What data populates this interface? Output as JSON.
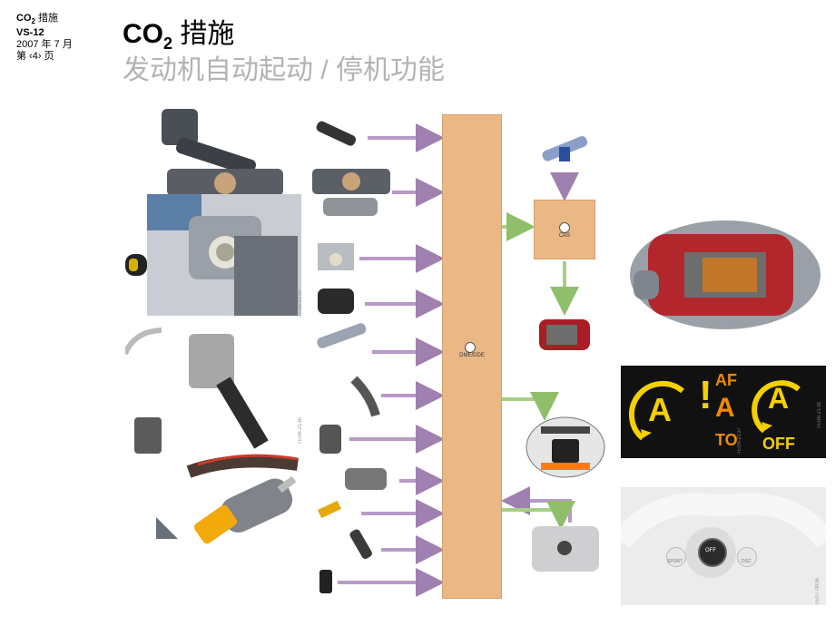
{
  "header": {
    "meta_line1_prefix": "CO",
    "meta_line1_sub": "2",
    "meta_line1_suffix": " 措施",
    "meta_line2": "VS-12",
    "meta_line3": "2007 年 7 月",
    "meta_line4": "第 ‹4› 页",
    "title_prefix": "CO",
    "title_sub": "2",
    "title_suffix": " 措施",
    "subtitle": "发动机自动起动 / 停机功能"
  },
  "diagram": {
    "bus_label": "DME/DDE",
    "cas_label": "CAS",
    "image_codes": [
      "TE06-2135",
      "TE06-2136",
      "TE06-2137",
      "TE06-2138",
      "TE07-0036"
    ],
    "warning_panel": {
      "badge_left": "A",
      "badge_right": "A",
      "partial_text_1": "AF",
      "partial_text_2": "A",
      "partial_text_3": "TO",
      "off_label": "OFF"
    },
    "steering_buttons": {
      "left": "SPORT",
      "center": "OFF",
      "right": "DSC"
    },
    "colors": {
      "bus": "#e9b884",
      "arrow_in": "#a080b0",
      "arrow_out": "#8fbf6a",
      "panel_bg": "#111111",
      "warning_yellow": "#f5d000",
      "warning_orange": "#f08a00"
    }
  }
}
